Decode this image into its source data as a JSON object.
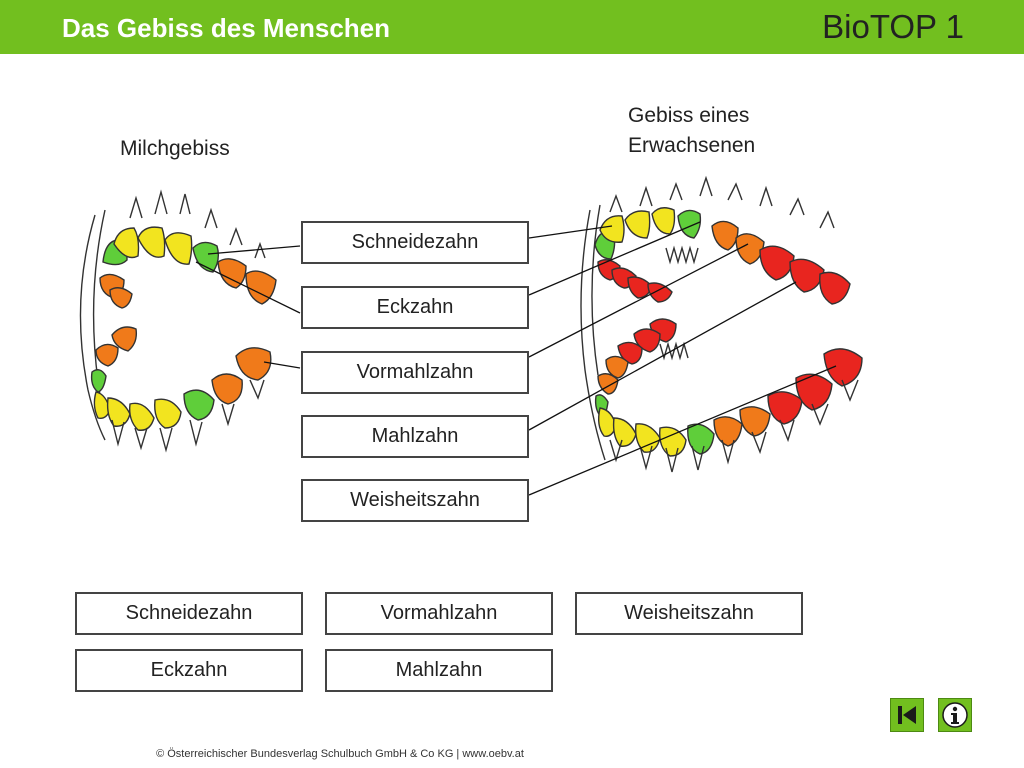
{
  "header": {
    "title": "Das Gebiss des Menschen",
    "brand": "BioTOP 1"
  },
  "captions": {
    "milk_teeth": "Milchgebiss",
    "adult_line1": "Gebiss eines",
    "adult_line2": "Erwachsenen"
  },
  "labels": [
    "Schneidezahn",
    "Eckzahn",
    "Vormahlzahn",
    "Mahlzahn",
    "Weisheitszahn"
  ],
  "drag_options": [
    "Schneidezahn",
    "Vormahlzahn",
    "Weisheitszahn",
    "Eckzahn",
    "Mahlzahn"
  ],
  "colors": {
    "header_bg": "#72bf1f",
    "incisor": "#f2e41f",
    "canine": "#5fce3a",
    "premolar": "#f07a1a",
    "molar": "#e8251f",
    "nav_button": "#72bf1f"
  },
  "nav": {
    "back_icon": "skip-back-icon",
    "info_icon": "info-icon"
  },
  "footer": "© Österreichischer Bundesverlag Schulbuch GmbH & Co KG | www.oebv.at"
}
